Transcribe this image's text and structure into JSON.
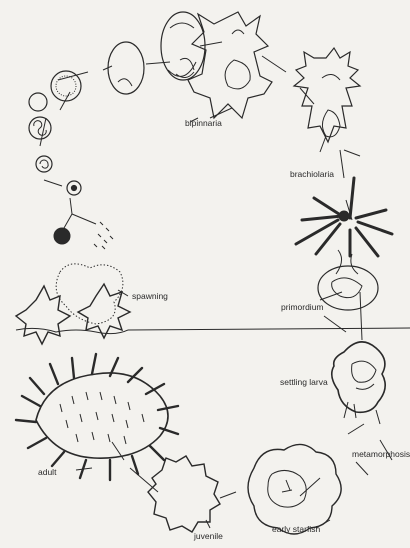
{
  "diagram": {
    "labels": {
      "bipinnaria": "bipinnaria",
      "brachiolaria": "brachiolaria",
      "spawning": "spawning",
      "primordium": "primordium",
      "settling_larva": "settling larva",
      "metamorphosis": "metamorphosis",
      "adult": "adult",
      "juvenile": "juvenile",
      "early_starfish": "early starfish"
    },
    "colors": {
      "ink": "#2a2a2a",
      "paper": "#f3f2ee"
    }
  }
}
